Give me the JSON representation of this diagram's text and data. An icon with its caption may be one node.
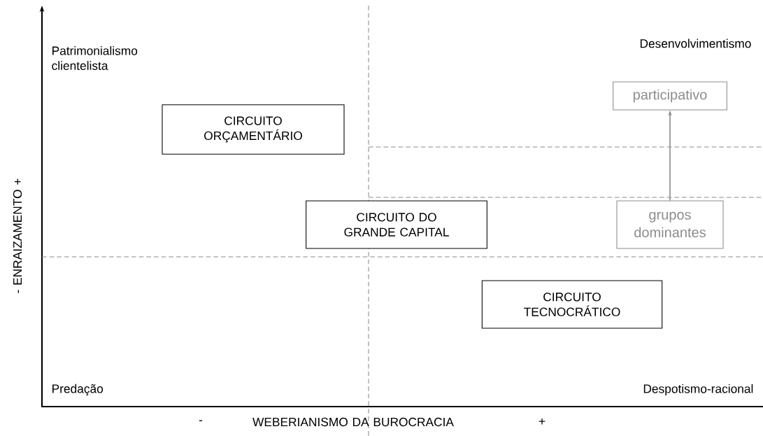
{
  "diagram": {
    "nodes": [
      {
        "text": [
          "CIRCUITO ORÇAMENTÁRIO"
        ]
      },
      {
        "text": [
          "CIRCUITO DO GRANDE CAPITAL"
        ]
      },
      {
        "text": [
          "CIRCUITO TECNOCRÁTICO"
        ]
      },
      {
        "text": [
          "participativo"
        ]
      },
      {
        "text": [
          "grupos dominantes"
        ]
      }
    ],
    "edges": [
      {
        "from": 4,
        "to": 3,
        "arrow": "to"
      }
    ],
    "labels": [
      "Patrimonialismo clientelista",
      "Desenvolvimentismo",
      "- ENRAIZAMENTO +",
      "Predação",
      "Despotismo-racional",
      "-",
      "WEBERIANISMO DA BUROCRACIA",
      "+"
    ]
  }
}
